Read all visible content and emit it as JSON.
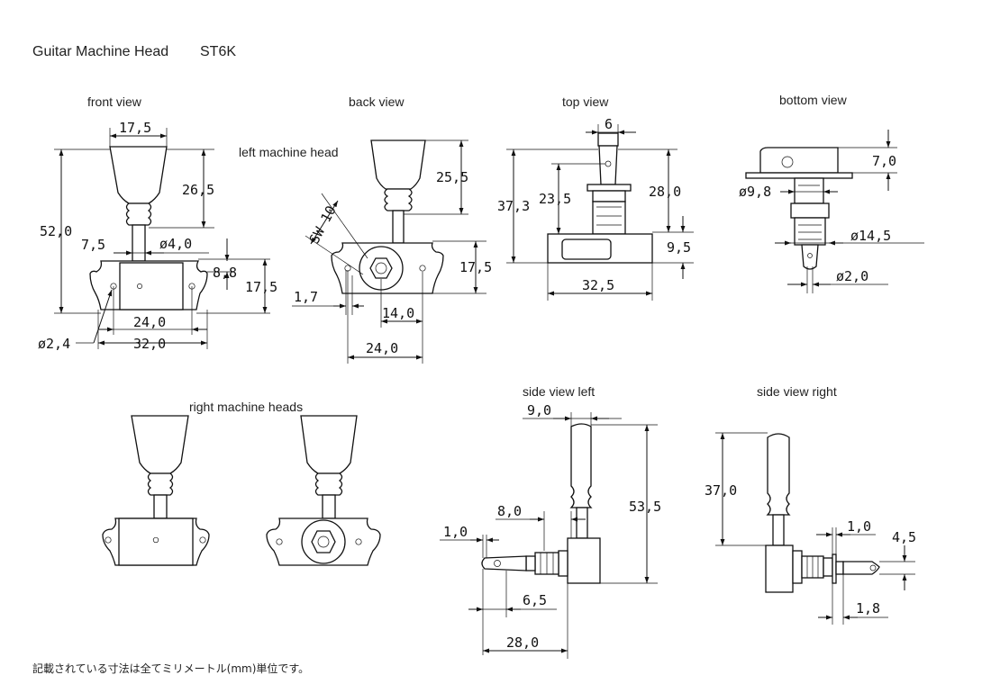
{
  "header": {
    "title": "Guitar Machine Head",
    "model": "ST6K"
  },
  "views": {
    "front": "front view",
    "back": "back view",
    "back_caption": "left machine head",
    "top": "top view",
    "bottom": "bottom view",
    "right_heads": "right machine heads",
    "side_left": "side view left",
    "side_right": "side view right"
  },
  "dimensions": {
    "front": {
      "w_top": "17,5",
      "h_key": "26,5",
      "h_total": "52,0",
      "d_left": "7,5",
      "d_shaft": "ø4,0",
      "h_plate": "8,8",
      "h_plate2": "17,5",
      "w_inner": "24,0",
      "w_outer": "32,0",
      "hole": "ø2,4"
    },
    "back": {
      "sw": "SW 10",
      "h_key": "25,5",
      "h_plate": "17,5",
      "w_edge": "1,7",
      "w_mid": "14,0",
      "w_total": "24,0"
    },
    "top": {
      "w_top": "6",
      "h_total": "37,3",
      "h_mid": "23,5",
      "h_upper": "28,0",
      "h_base": "9,5",
      "w_base": "32,5"
    },
    "bottom": {
      "h_top": "7,0",
      "d_large": "ø9,8",
      "d_bush": "ø14,5",
      "d_pin": "ø2,0"
    },
    "side_left": {
      "w_top": "9,0",
      "h_total": "53,5",
      "w_8": "8,0",
      "w_1": "1,0",
      "w_65": "6,5",
      "w_28": "28,0"
    },
    "side_right": {
      "h_total": "37,0",
      "w_1": "1,0",
      "w_45": "4,5",
      "w_18": "1,8"
    }
  },
  "footnote": "記載されている寸法は全てミリメートル(mm)単位です。"
}
